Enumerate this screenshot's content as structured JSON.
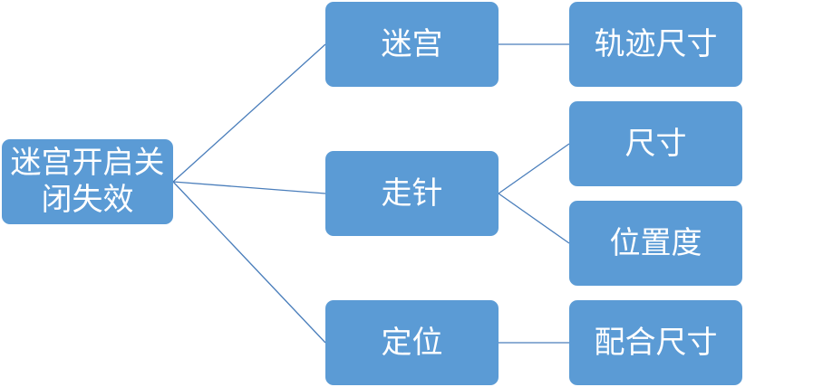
{
  "root": {
    "label": "迷宫开启关闭失效"
  },
  "branches": [
    {
      "label": "迷宫",
      "children": [
        "轨迹尺寸"
      ]
    },
    {
      "label": "走针",
      "children": [
        "尺寸",
        "位置度"
      ]
    },
    {
      "label": "定位",
      "children": [
        "配合尺寸"
      ]
    }
  ],
  "colors": {
    "node_fill": "#5b9bd5",
    "connector": "#4a7ebb",
    "text": "#ffffff"
  }
}
